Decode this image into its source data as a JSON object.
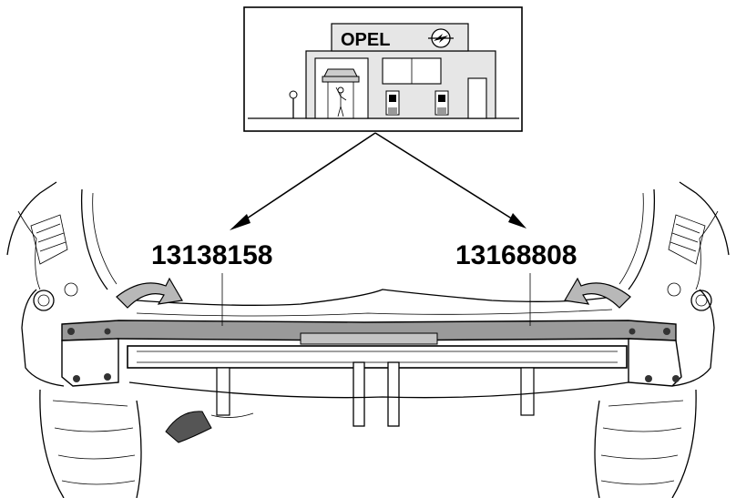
{
  "dealer_inset": {
    "brand_name": "OPEL",
    "logo_icon": "opel-blitz-logo-icon"
  },
  "callouts": {
    "left_part_number": "13138158",
    "right_part_number": "13168808"
  },
  "colors": {
    "line": "#000000",
    "background": "#ffffff",
    "bumper_grey": "#9a9a9a",
    "arrow_grey": "#b8b8b8"
  }
}
